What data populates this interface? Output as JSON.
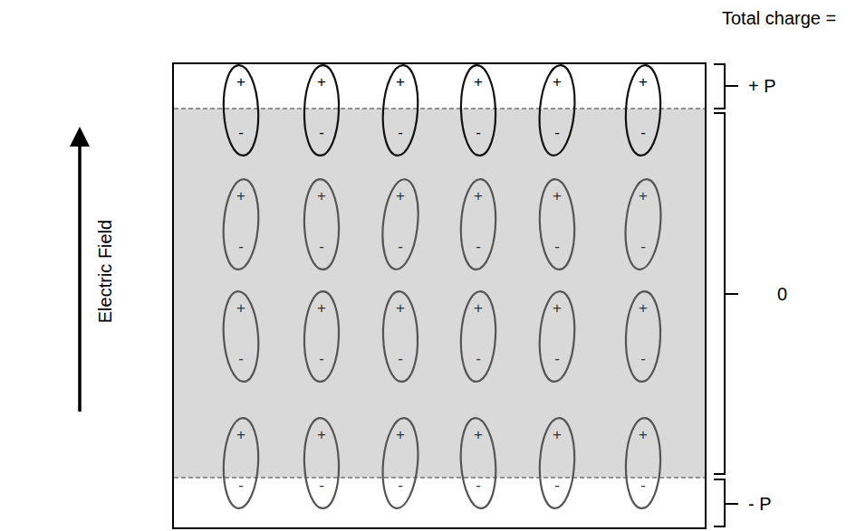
{
  "diagram": {
    "nodes": [
      {
        "text": [
          "+",
          "-"
        ]
      },
      {
        "text": [
          "+",
          "-"
        ]
      },
      {
        "text": [
          "+",
          "-"
        ]
      },
      {
        "text": [
          "+",
          "-"
        ]
      },
      {
        "text": [
          "+",
          "-"
        ]
      },
      {
        "text": [
          "+",
          "-"
        ]
      },
      {
        "text": [
          "+",
          "-"
        ]
      },
      {
        "text": [
          "+",
          "-"
        ]
      },
      {
        "text": [
          "+",
          "-"
        ]
      },
      {
        "text": [
          "+",
          "-"
        ]
      },
      {
        "text": [
          "+",
          "-"
        ]
      },
      {
        "text": [
          "+",
          "-"
        ]
      },
      {
        "text": [
          "+",
          "-"
        ]
      },
      {
        "text": [
          "+",
          "-"
        ]
      },
      {
        "text": [
          "+",
          "-"
        ]
      },
      {
        "text": [
          "+",
          "-"
        ]
      },
      {
        "text": [
          "+",
          "-"
        ]
      },
      {
        "text": [
          "+",
          "-"
        ]
      },
      {
        "text": [
          "+",
          "-"
        ]
      },
      {
        "text": [
          "+",
          "-"
        ]
      },
      {
        "text": [
          "+",
          "-"
        ]
      },
      {
        "text": [
          "+",
          "-"
        ]
      },
      {
        "text": [
          "+",
          "-"
        ]
      },
      {
        "text": [
          "+",
          "-"
        ]
      }
    ],
    "labels": [
      "Total charge =",
      "+ P",
      "0",
      "- P",
      "Electric Field"
    ]
  }
}
